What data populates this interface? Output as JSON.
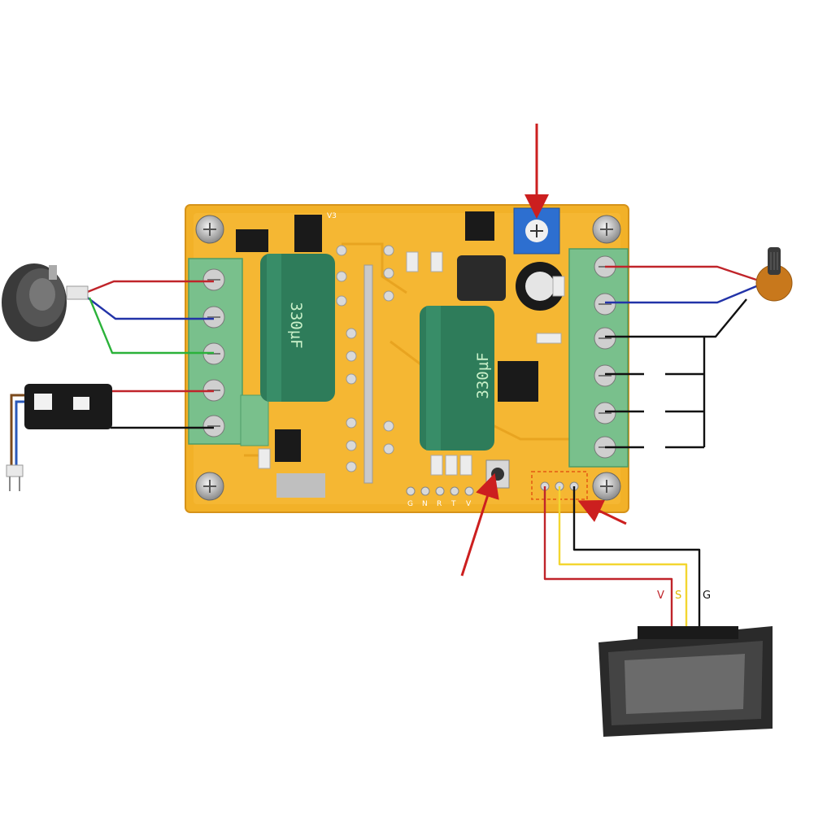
{
  "board": {
    "cap_left_label": "330µF",
    "cap_right_label": "330µF",
    "silk_version": "V3",
    "silk_pins": [
      "G",
      "N",
      "R",
      "T",
      "V"
    ]
  },
  "display_header": {
    "pin_v": "V",
    "pin_s": "S",
    "pin_g": "G"
  },
  "colors": {
    "board": "#f2b128",
    "terminal": "#79c08c",
    "capacitor": "#2e7c5a",
    "wire_red": "#c0242a",
    "wire_blue": "#2233a8",
    "wire_green": "#2bb23a",
    "wire_black": "#111111",
    "wire_yellow": "#f3d630",
    "arrow": "#cc1f1f"
  },
  "icons": [
    "motor-icon",
    "power-adapter-icon",
    "potentiometer-icon",
    "lcd-display-icon",
    "pointer-arrow-icon"
  ]
}
